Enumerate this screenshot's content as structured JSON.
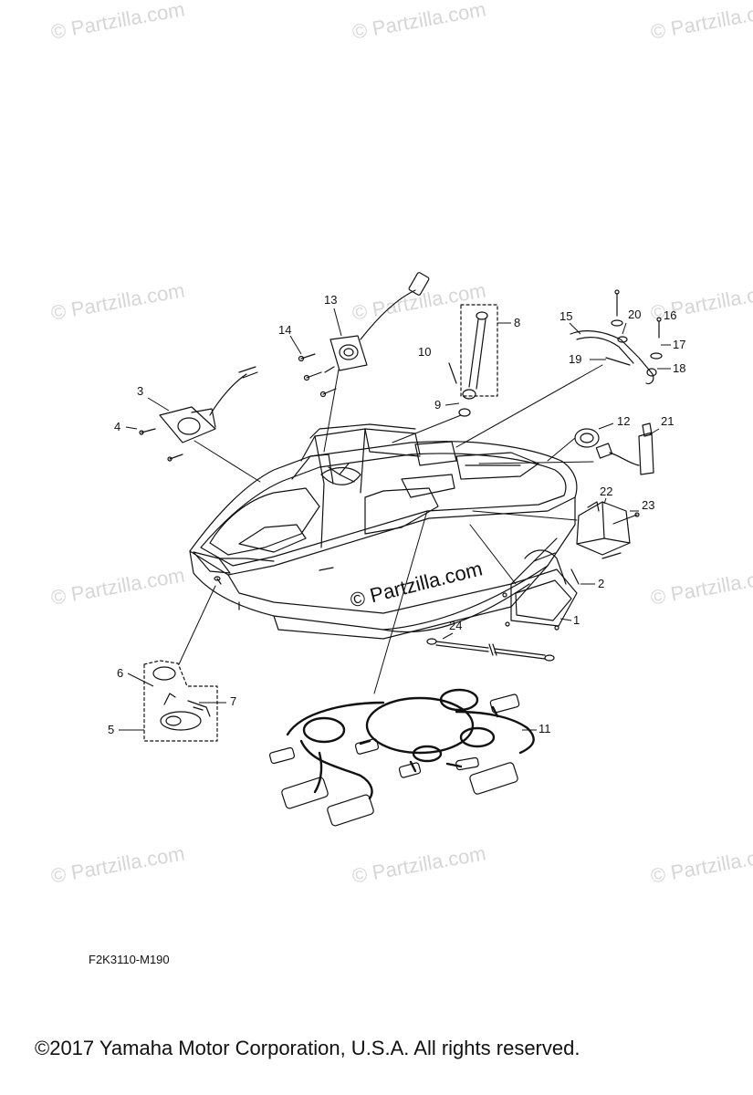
{
  "watermark_text": "© Partzilla.com",
  "center_watermark": "© Partzilla.com",
  "diagram_code": "F2K3110-M190",
  "copyright": "©2017  Yamaha Motor Corporation, U.S.A. All rights reserved.",
  "callouts": [
    "1",
    "2",
    "3",
    "4",
    "5",
    "6",
    "7",
    "8",
    "9",
    "10",
    "11",
    "12",
    "13",
    "14",
    "15",
    "16",
    "17",
    "18",
    "19",
    "20",
    "21",
    "22",
    "23",
    "24"
  ]
}
